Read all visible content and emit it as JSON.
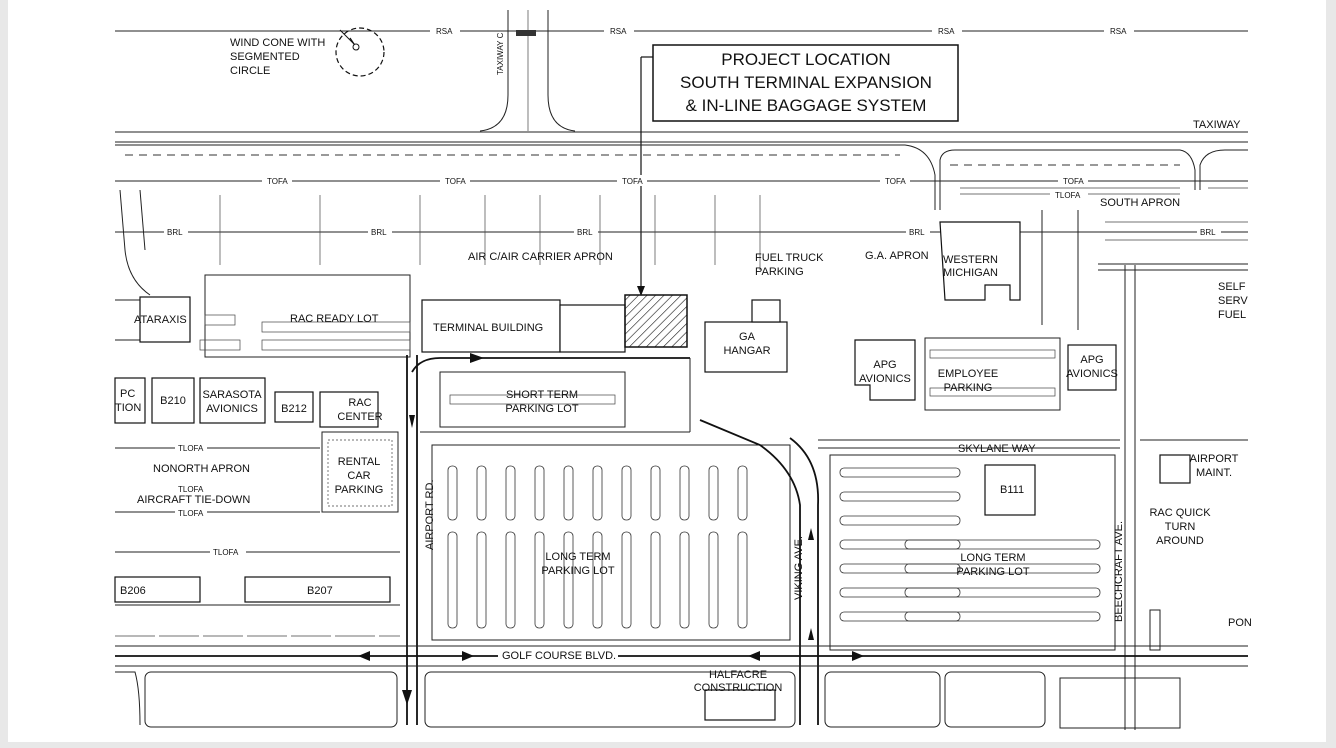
{
  "callout": {
    "line1": "PROJECT LOCATION",
    "line2": "SOUTH TERMINAL EXPANSION",
    "line3": "& IN-LINE BAGGAGE SYSTEM"
  },
  "line_tags": {
    "rsa": "RSA",
    "tofa": "TOFA",
    "brl": "BRL",
    "tlofa": "TLOFA"
  },
  "roads": {
    "taxiway_c": "TAXIWAY C",
    "taxiway": "TAXIWAY",
    "airport_rd": "AIRPORT RD.",
    "viking_ave": "VIKING AVE.",
    "beechcraft_ave": "BEECHCRAFT AVE.",
    "golf_course_blvd": "GOLF COURSE BLVD.",
    "skylane_way": "SKYLANE WAY"
  },
  "labels": {
    "wind_cone_1": "WIND CONE WITH",
    "wind_cone_2": "SEGMENTED",
    "wind_cone_3": "CIRCLE",
    "air_carrier_apron": "AIR C/AIR CARRIER APRON",
    "fuel_truck_1": "FUEL TRUCK",
    "fuel_truck_2": "PARKING",
    "ga_apron": "G.A. APRON",
    "south_apron": "SOUTH APRON",
    "western_1": "WESTERN",
    "western_2": "MICHIGAN",
    "self_1": "SELF",
    "self_2": "SERV",
    "self_3": "FUEL",
    "ataraxis": "ATARAXIS",
    "rac_ready_lot": "RAC READY LOT",
    "terminal_building": "TERMINAL BUILDING",
    "ga_hangar_1": "GA",
    "ga_hangar_2": "HANGAR",
    "apg_avionics_1a": "APG",
    "apg_avionics_1b": "AVIONICS",
    "employee_1": "EMPLOYEE",
    "employee_2": "PARKING",
    "apg_avionics_2a": "APG",
    "apg_avionics_2b": "AVIONICS",
    "pc_1": "PC",
    "pc_2": "TION",
    "b210": "B210",
    "sarasota_1": "SARASOTA",
    "sarasota_2": "AVIONICS",
    "b212": "B212",
    "rac_center_1": "RAC",
    "rac_center_2": "CENTER",
    "short_term_1": "SHORT TERM",
    "short_term_2": "PARKING LOT",
    "nonorth_apron": "NONORTH APRON",
    "rental_1": "RENTAL",
    "rental_2": "CAR",
    "rental_3": "PARKING",
    "aircraft_tiedown": "AIRCRAFT TIE-DOWN",
    "b111": "B111",
    "airport_maint_1": "AIRPORT",
    "airport_maint_2": "MAINT.",
    "rac_quick_1": "RAC QUICK",
    "rac_quick_2": "TURN",
    "rac_quick_3": "AROUND",
    "long_term_w_1": "LONG TERM",
    "long_term_w_2": "PARKING LOT",
    "long_term_e_1": "LONG TERM",
    "long_term_e_2": "PARKING LOT",
    "b206": "B206",
    "b207": "B207",
    "pon": "PON",
    "halfacre_1": "HALFACRE",
    "halfacre_2": "CONSTRUCTION"
  },
  "colors": {
    "line": "#111111",
    "paper": "#ffffff",
    "viewer_bg": "#e8e8e8"
  }
}
